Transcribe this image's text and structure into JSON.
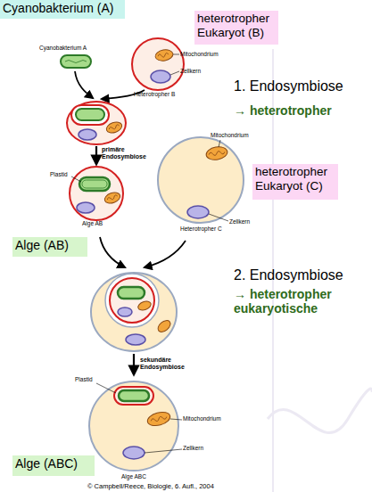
{
  "diagram": {
    "nodes": [
      {
        "text": [
          "Cyanobakterium (A)"
        ]
      },
      {
        "text": [
          "heterotropher Eukaryot (B)"
        ]
      },
      {
        "text": [
          "heterotropher Eukaryot (C)"
        ]
      },
      {
        "text": [
          "Alge (AB)"
        ]
      },
      {
        "text": [
          "Alge (ABC)"
        ]
      }
    ],
    "labels": [
      "Cyanobakterium A",
      "Mitochondrium",
      "Zellkern",
      "Heterotropher B",
      "1. Endosymbiose",
      "→ heterotropher",
      "primäre Endosymbiose",
      "Plastid",
      "Alge AB",
      "Mitochondrium",
      "Zellkern",
      "Heterotropher C",
      "2. Endosymbiose",
      "→ heterotropher eukaryotische",
      "sekundäre Endosymbiose",
      "Plastid",
      "Mitochondrium",
      "Zellkern",
      "Alge ABC",
      "© Campbell/Reece, Biologie, 6. Aufl., 2004"
    ]
  }
}
